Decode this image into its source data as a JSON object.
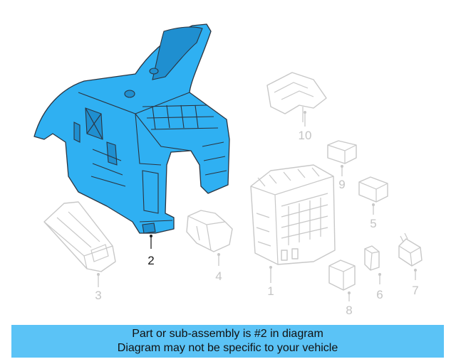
{
  "callouts": {
    "c1": "1",
    "c2": "2",
    "c3": "3",
    "c4": "4",
    "c5": "5",
    "c6": "6",
    "c7": "7",
    "c8": "8",
    "c9": "9",
    "c10": "10"
  },
  "highlighted_part": "2",
  "colors": {
    "highlight": "#2fb0f2",
    "banner": "#5bc3f6",
    "ghost": "#c8c8c8"
  },
  "banner": {
    "line1": "Part or sub-assembly is #2 in diagram",
    "line2": "Diagram may not be specific to your vehicle"
  }
}
